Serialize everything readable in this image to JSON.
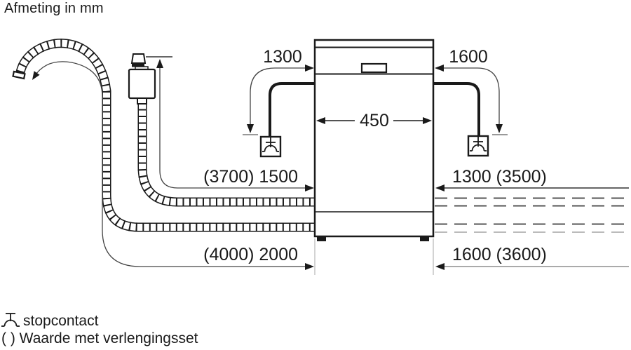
{
  "title": "Afmeting in mm",
  "dimensions": {
    "cord_left": "1300",
    "cord_right": "1600",
    "appliance_width": "450",
    "supply_hose_left": "(3700) 1500",
    "supply_hose_right": "1300 (3500)",
    "drain_hose_left": "(4000) 2000",
    "drain_hose_right": "1600 (3600)"
  },
  "legend": {
    "socket": "stopcontact",
    "bracket_note": "( ) Waarde met verlengingsset"
  },
  "colors": {
    "line": "#1a1a1a",
    "leader": "#444444",
    "tick_gray": "#999999",
    "dash_dark": "#555555",
    "dash_light": "#bbbbbb",
    "background": "#ffffff"
  }
}
